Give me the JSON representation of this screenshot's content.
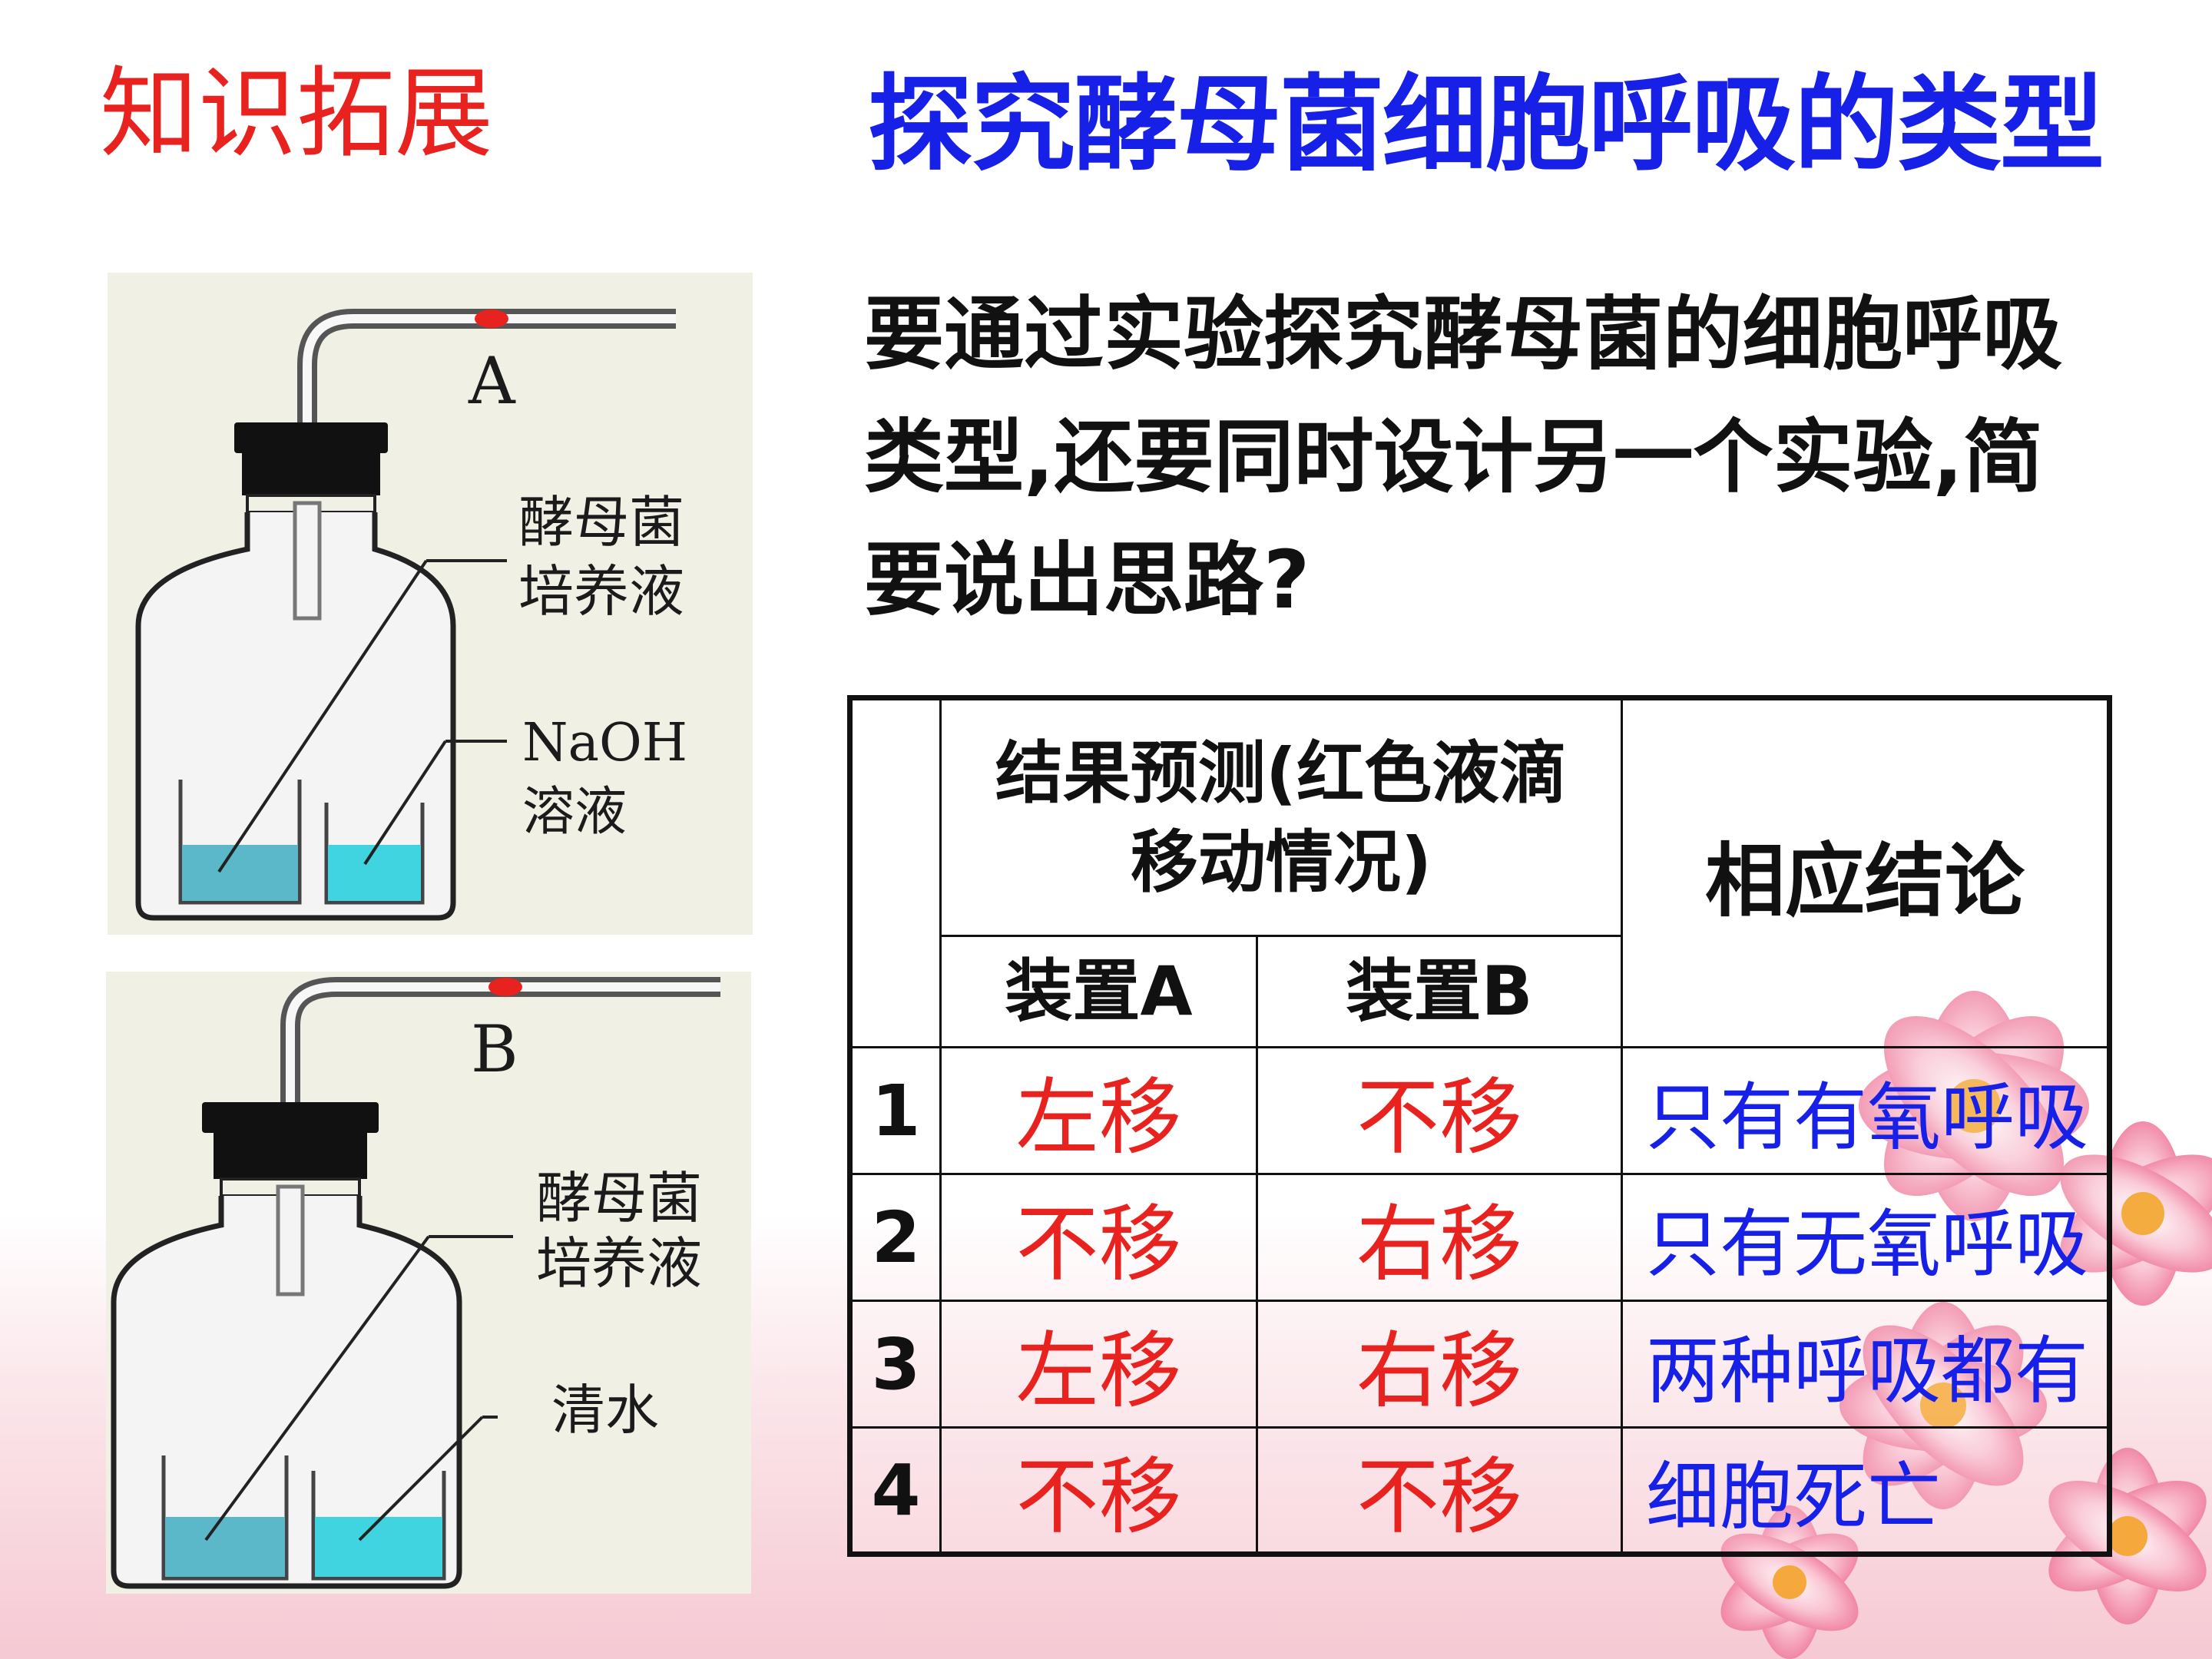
{
  "section_label": "知识拓展",
  "title": "探究酵母菌细胞呼吸的类型",
  "question": "要通过实验探究酵母菌的细胞呼吸类型,还要同时设计另一个实验,简要说出思路?",
  "apparatus_a": {
    "label": "A",
    "culture_line1": "酵母菌",
    "culture_line2": "培养液",
    "solution_line1": "NaOH",
    "solution_line2": "溶液"
  },
  "apparatus_b": {
    "label": "B",
    "culture_line1": "酵母菌",
    "culture_line2": "培养液",
    "solution": "清水"
  },
  "table": {
    "header_prediction": "结果预测(红色液滴移动情况)",
    "header_conclusion": "相应结论",
    "header_device_a": "装置A",
    "header_device_b": "装置B",
    "rows": [
      {
        "no": "1",
        "a": "左移",
        "b": "不移",
        "conclusion": "只有有氧呼吸"
      },
      {
        "no": "2",
        "a": "不移",
        "b": "右移",
        "conclusion": "只有无氧呼吸"
      },
      {
        "no": "3",
        "a": "左移",
        "b": "右移",
        "conclusion": "两种呼吸都有"
      },
      {
        "no": "4",
        "a": "不移",
        "b": "不移",
        "conclusion": "细胞死亡"
      }
    ]
  },
  "colors": {
    "title": "#1620e6",
    "section_label": "#e8231f",
    "movement": "#e8231f",
    "conclusion": "#1620e6",
    "liquid": "#5ab8c8",
    "droplet": "#e8231f"
  }
}
